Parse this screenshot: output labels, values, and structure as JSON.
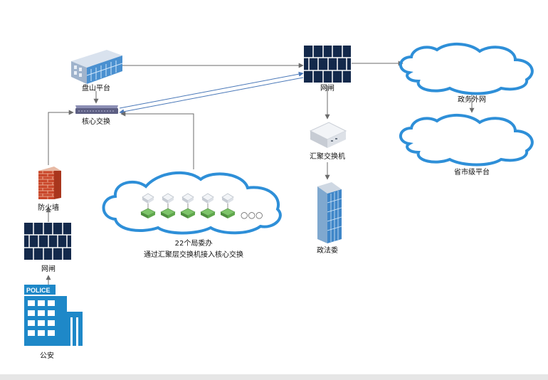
{
  "nodes": {
    "panshan_platform": "盘山平台",
    "core_switch": "核心交换",
    "firewall": "防火墙",
    "gateway_left": "网闸",
    "police": "公安",
    "police_sign": "POLICE",
    "gateway_right": "网闸",
    "agg_switch": "汇聚交换机",
    "politics_law": "政法委",
    "gov_extranet": "政务外网",
    "province_city_platform": "省市级平台"
  },
  "cloud_group": {
    "line1": "22个局委办",
    "line2": "通过汇聚层交换机接入核心交换",
    "ellipsis": "○○○",
    "switch_count": 5
  },
  "colors": {
    "cloud_blue": "#2e8fd8",
    "gateway_navy": "#13294b",
    "arrow_gray": "#6b6b6b",
    "link_blue": "#4a78b8",
    "building_blue": "#1e88c8",
    "firewall_red": "#c9472b"
  }
}
